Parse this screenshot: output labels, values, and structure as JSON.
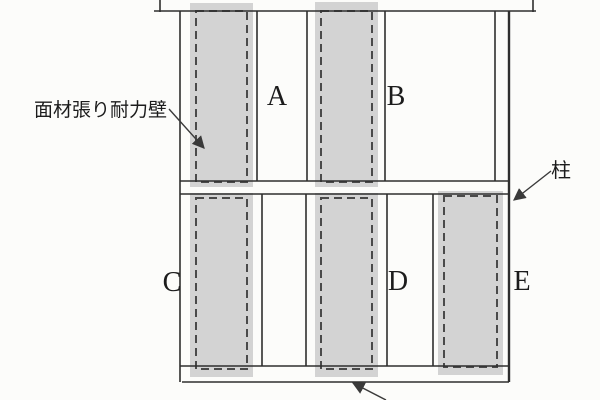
{
  "figure": {
    "background_color": "#fcfcfa",
    "line_color": "#2e2e2e",
    "panel_fill_color": "#d3d3d3",
    "panel_dash_color": "#4a4a4a",
    "panel_labels": {
      "a": "A",
      "b": "B",
      "c": "C",
      "d": "D",
      "e": "E"
    },
    "annotations": {
      "shear_wall_label": "面材張り耐力壁",
      "column_label": "柱"
    }
  }
}
